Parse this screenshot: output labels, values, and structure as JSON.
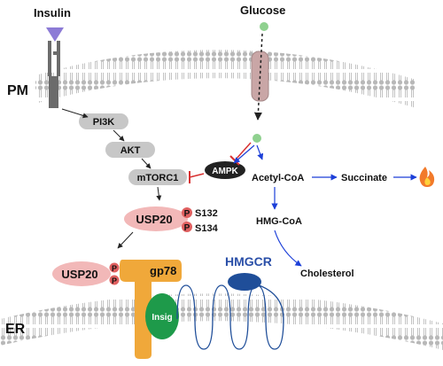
{
  "inputs": {
    "insulin": "Insulin",
    "glucose": "Glucose"
  },
  "compartments": {
    "plasma_membrane": "PM",
    "er": "ER"
  },
  "insulin_pathway": {
    "pi3k": "PI3K",
    "akt": "AKT",
    "mtorc1": "mTORC1",
    "ampk": "AMPK"
  },
  "usp20": {
    "label": "USP20",
    "phospho_mark": "P",
    "sites": [
      "S132",
      "S134"
    ]
  },
  "er_complex": {
    "usp20": "USP20",
    "phospho_mark": "P",
    "gp78": "gp78",
    "insig": "Insig",
    "hmgcr": "HMGCR"
  },
  "metabolism": {
    "acetyl_coa": "Acetyl-CoA",
    "succinate": "Succinate",
    "hmg_coa": "HMG-CoA",
    "cholesterol": "Cholesterol"
  },
  "colors": {
    "membrane": "#aaaaaa",
    "kinase_fill": "#c7c7c7",
    "usp20_fill": "#f2b8b8",
    "phospho_fill": "#e06060",
    "gp78_fill": "#f0a83a",
    "insig_fill": "#1e9a4a",
    "hmgcr_fill": "#1f4e99",
    "hmgcr_text": "#2a4fa8",
    "blue_arrow": "#1c3fd8",
    "inhibition": "#d83030",
    "glucose_dot": "#8fd18f",
    "transporter": "#c9a6a6",
    "receptor_cone": "#8c7bd6"
  },
  "icons": {
    "energy": "flame-icon",
    "insulin_receptor": "receptor-icon",
    "glucose_transporter": "transporter-icon"
  }
}
